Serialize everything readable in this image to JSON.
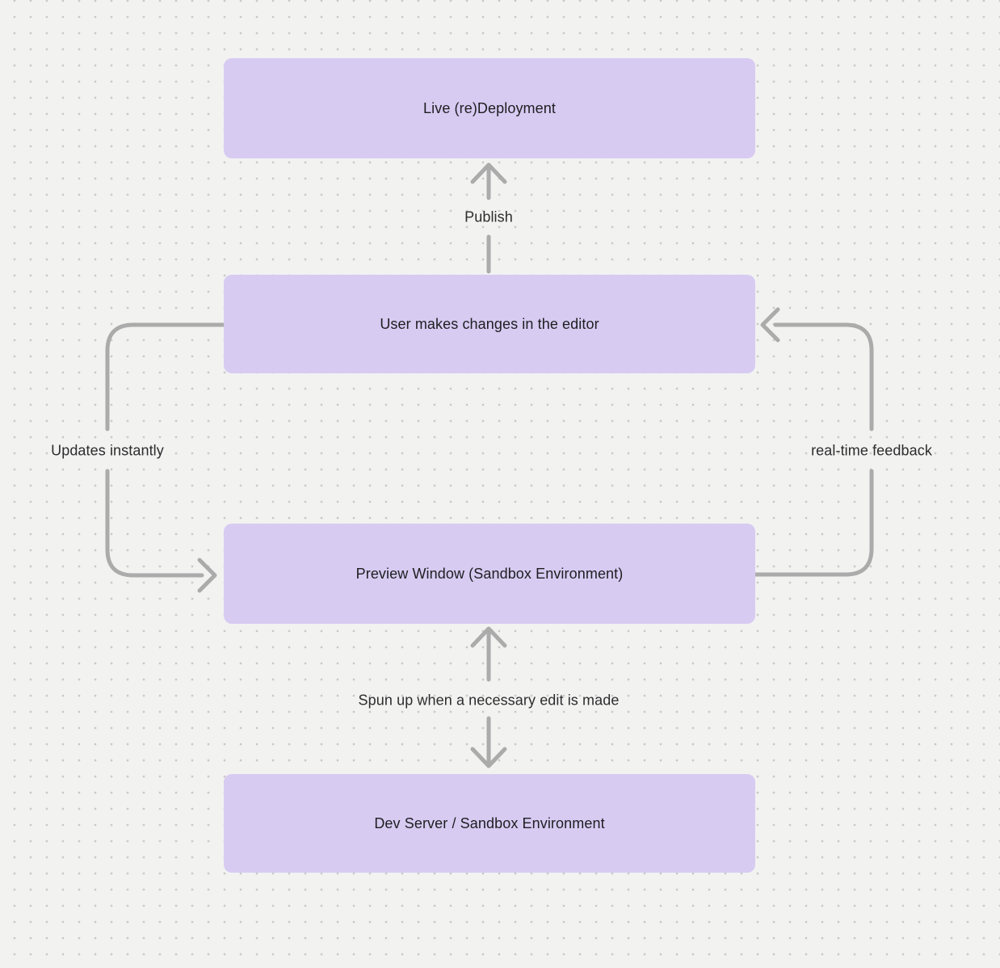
{
  "diagram": {
    "nodes": [
      {
        "id": "live-redeployment",
        "label": "Live (re)Deployment"
      },
      {
        "id": "user-changes",
        "label": "User makes changes in the editor"
      },
      {
        "id": "preview-window",
        "label": "Preview Window (Sandbox Environment)"
      },
      {
        "id": "dev-server",
        "label": "Dev Server / Sandbox Environment"
      }
    ],
    "edges": [
      {
        "id": "publish",
        "label": "Publish",
        "from": "user-changes",
        "to": "live-redeployment",
        "direction": "up"
      },
      {
        "id": "updates",
        "label": "Updates instantly",
        "from": "user-changes",
        "to": "preview-window",
        "direction": "left-loop-down"
      },
      {
        "id": "realtime",
        "label": "real-time feedback",
        "from": "preview-window",
        "to": "user-changes",
        "direction": "right-loop-up"
      },
      {
        "id": "spunup",
        "label": "Spun up when a necessary edit is made",
        "from": "preview-window",
        "to": "dev-server",
        "direction": "bidirectional"
      }
    ],
    "colors": {
      "background": "#f2f2f1",
      "dot": "#c9c9c7",
      "node_fill": "#d7cbf2",
      "arrow": "#ababab",
      "node_text": "#1e1e21",
      "label_text": "#2d2d2f"
    }
  }
}
